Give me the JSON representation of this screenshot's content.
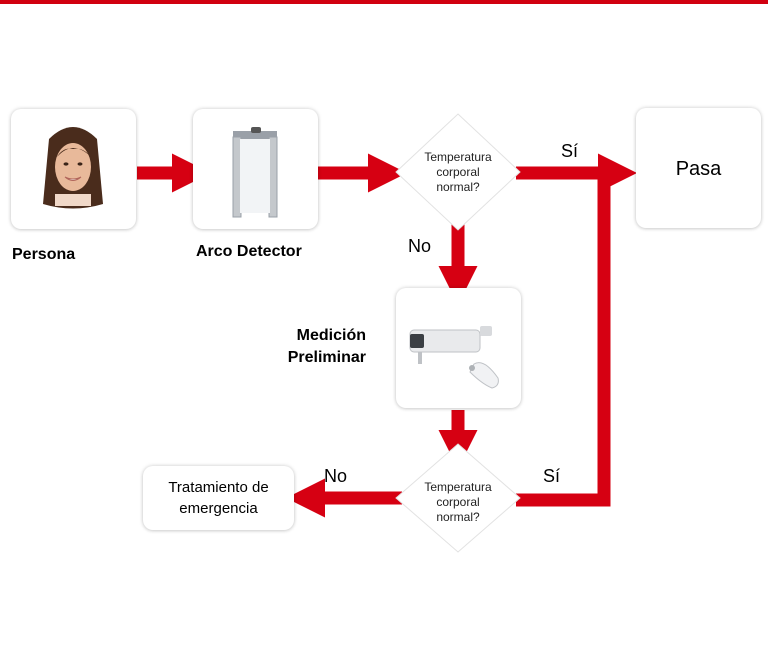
{
  "colors": {
    "accent": "#d10010",
    "arrow": "#d60012"
  },
  "nodes": {
    "persona": {
      "label": "Persona",
      "icon": "person-face-icon"
    },
    "arco": {
      "label": "Arco Detector",
      "icon": "walkthrough-detector-icon"
    },
    "decision1": {
      "text": "Temperatura\ncorporal\nnormal?"
    },
    "pasa": {
      "label": "Pasa"
    },
    "medicion": {
      "label": "Medición\nPreliminar",
      "icons": [
        "thermal-camera-icon",
        "ear-thermometer-icon"
      ]
    },
    "decision2": {
      "text": "Temperatura\ncorporal\nnormal?"
    },
    "tratamiento": {
      "label": "Tratamiento de\nemergencia"
    }
  },
  "edges": {
    "yes1": "Sí",
    "no1": "No",
    "yes2": "Sí",
    "no2": "No"
  }
}
